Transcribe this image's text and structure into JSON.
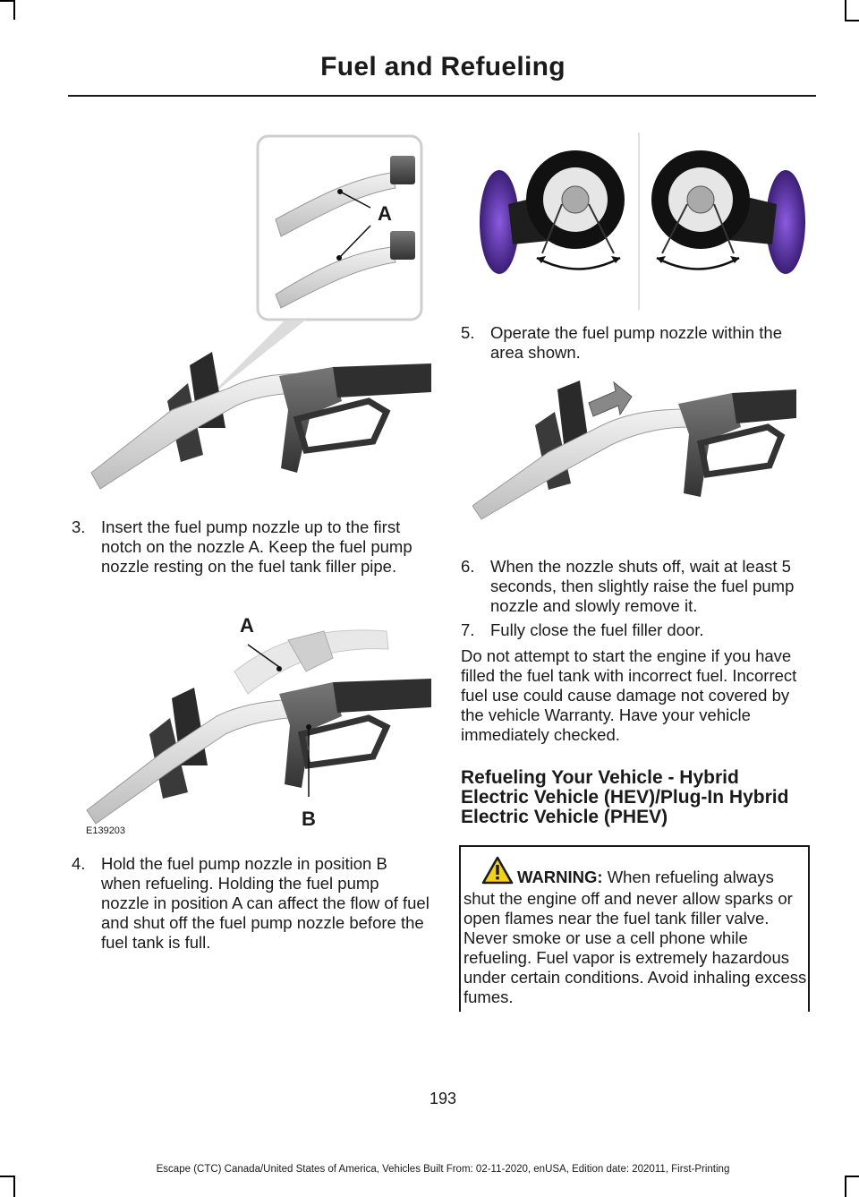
{
  "header": {
    "title": "Fuel and Refueling"
  },
  "figures": {
    "fig1": {
      "callout_a": "A"
    },
    "fig2": {
      "callout_a": "A",
      "callout_b": "B",
      "id": "E139203"
    }
  },
  "steps": [
    {
      "num": "3.",
      "text": "Insert the fuel pump nozzle up to the first notch on the nozzle A.  Keep the fuel pump nozzle resting on the fuel tank filler pipe."
    },
    {
      "num": "4.",
      "text": "Hold the fuel pump nozzle in position B when refueling.  Holding the fuel pump nozzle in position A can affect the flow of fuel and shut off the fuel pump nozzle before the fuel tank is full."
    },
    {
      "num": "5.",
      "text": "Operate the fuel pump nozzle within the area shown."
    },
    {
      "num": "6.",
      "text": "When the nozzle shuts off, wait at least 5 seconds, then slightly raise the fuel pump nozzle and slowly remove it."
    },
    {
      "num": "7.",
      "text": "Fully close the fuel filler door."
    }
  ],
  "paragraph": "Do not attempt to start the engine if you have filled the fuel tank with incorrect fuel. Incorrect fuel use could cause damage not covered by the vehicle Warranty. Have your vehicle immediately checked.",
  "section_title": "Refueling Your Vehicle - Hybrid Electric Vehicle (HEV)/Plug-In Hybrid Electric Vehicle (PHEV)",
  "warning": {
    "label": "WARNING:",
    "text": "When refueling always shut the engine off and never allow sparks or open flames near the fuel tank filler valve. Never smoke or use a cell phone while refueling. Fuel vapor is extremely hazardous under certain conditions. Avoid inhaling excess fumes."
  },
  "page_number": "193",
  "footer": "Escape (CTC) Canada/United States of America, Vehicles Built From: 02-11-2020, enUSA, Edition date: 202011, First-Printing",
  "colors": {
    "text": "#1a1a1a",
    "accent_purple": "#4b2a8c",
    "nozzle_gray": "#5a5a5a"
  }
}
